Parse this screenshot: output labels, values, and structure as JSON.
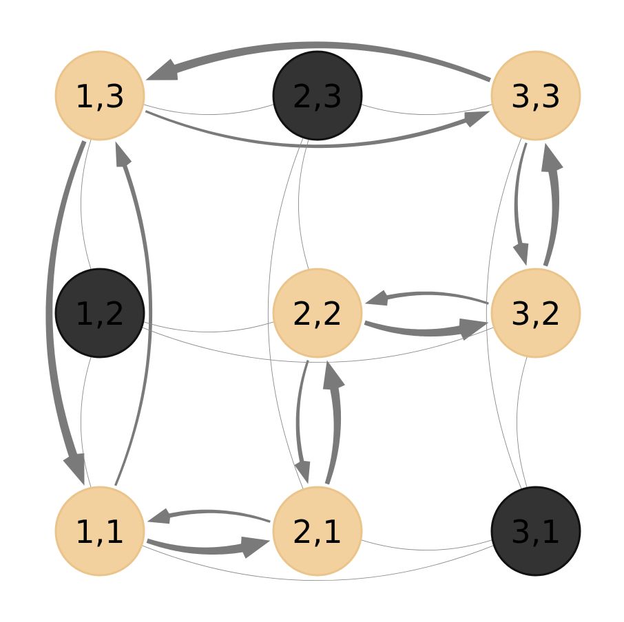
{
  "colors": {
    "background": "#ffffff",
    "light_fill": "#f2d19f",
    "light_stroke": "#eac48a",
    "dark_fill": "#333333",
    "dark_stroke": "#111111",
    "light_text": "#000000",
    "dark_text": "#000000",
    "arrow": "#7a7a7a",
    "thin_edge": "#8a8a8a"
  },
  "nodes": [
    {
      "id": "1,1",
      "label": "1,1",
      "col": 1,
      "row": 1,
      "kind": "light"
    },
    {
      "id": "2,1",
      "label": "2,1",
      "col": 2,
      "row": 1,
      "kind": "light"
    },
    {
      "id": "3,1",
      "label": "3,1",
      "col": 3,
      "row": 1,
      "kind": "dark"
    },
    {
      "id": "1,2",
      "label": "1,2",
      "col": 1,
      "row": 2,
      "kind": "dark"
    },
    {
      "id": "2,2",
      "label": "2,2",
      "col": 2,
      "row": 2,
      "kind": "light"
    },
    {
      "id": "3,2",
      "label": "3,2",
      "col": 3,
      "row": 2,
      "kind": "light"
    },
    {
      "id": "1,3",
      "label": "1,3",
      "col": 1,
      "row": 3,
      "kind": "light"
    },
    {
      "id": "2,3",
      "label": "2,3",
      "col": 2,
      "row": 3,
      "kind": "dark"
    },
    {
      "id": "3,3",
      "label": "3,3",
      "col": 3,
      "row": 3,
      "kind": "light"
    }
  ],
  "edges": [
    {
      "from": "3,3",
      "to": "1,3",
      "weight": 3
    },
    {
      "from": "1,3",
      "to": "3,3",
      "weight": 1.5
    },
    {
      "from": "1,3",
      "to": "1,1",
      "weight": 3
    },
    {
      "from": "1,1",
      "to": "1,3",
      "weight": 1.5
    },
    {
      "from": "3,3",
      "to": "3,2",
      "weight": 1.5
    },
    {
      "from": "3,2",
      "to": "3,3",
      "weight": 3
    },
    {
      "from": "3,2",
      "to": "2,2",
      "weight": 1.5
    },
    {
      "from": "2,2",
      "to": "3,2",
      "weight": 3
    },
    {
      "from": "2,2",
      "to": "2,1",
      "weight": 1.5
    },
    {
      "from": "2,1",
      "to": "2,2",
      "weight": 3
    },
    {
      "from": "2,1",
      "to": "1,1",
      "weight": 1.5
    },
    {
      "from": "1,1",
      "to": "2,1",
      "weight": 3
    },
    {
      "from": "1,3",
      "to": "2,3",
      "weight": 0
    },
    {
      "from": "2,3",
      "to": "3,3",
      "weight": 0
    },
    {
      "from": "1,2",
      "to": "2,2",
      "weight": 0
    },
    {
      "from": "2,1",
      "to": "3,1",
      "weight": 0
    },
    {
      "from": "1,3",
      "to": "1,2",
      "weight": 0
    },
    {
      "from": "1,2",
      "to": "1,1",
      "weight": 0
    },
    {
      "from": "2,3",
      "to": "2,2",
      "weight": 0
    },
    {
      "from": "3,2",
      "to": "3,1",
      "weight": 0
    },
    {
      "from": "1,2",
      "to": "3,2",
      "weight": 0
    },
    {
      "from": "1,1",
      "to": "3,1",
      "weight": 0
    },
    {
      "from": "2,3",
      "to": "2,1",
      "weight": 0
    },
    {
      "from": "3,3",
      "to": "3,1",
      "weight": 0
    }
  ]
}
